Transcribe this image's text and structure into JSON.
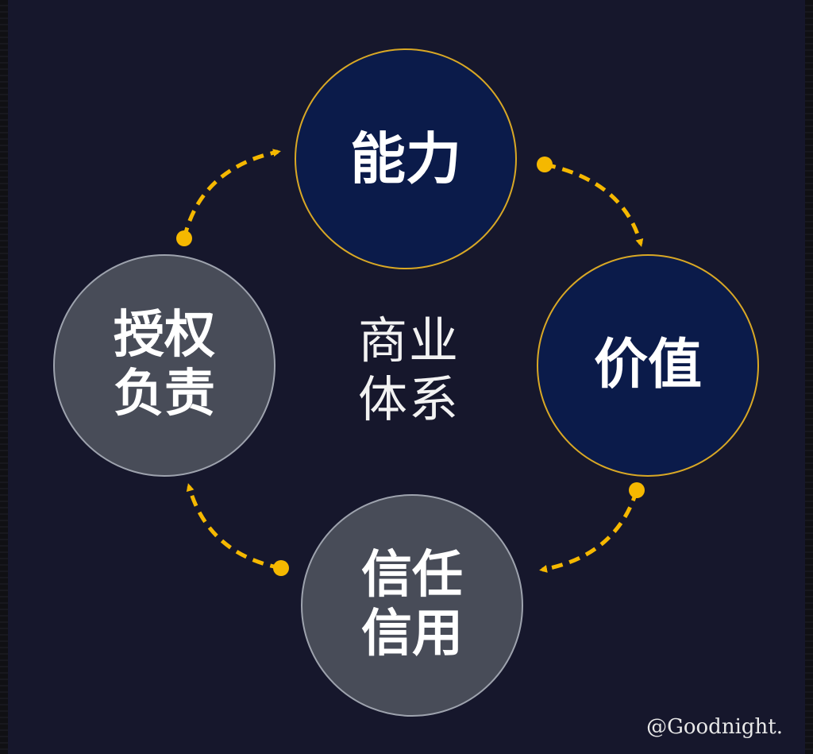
{
  "diagram": {
    "center": {
      "line1": "商业",
      "line2": "体系"
    },
    "nodes": [
      {
        "id": "top",
        "line1": "能力",
        "line2": ""
      },
      {
        "id": "right",
        "line1": "价值",
        "line2": ""
      },
      {
        "id": "bottom",
        "line1": "信任",
        "line2": "信用"
      },
      {
        "id": "left",
        "line1": "授权",
        "line2": "负责"
      }
    ]
  },
  "watermark": "@Goodnight.",
  "colors": {
    "background": "#16172c",
    "blue_node": "#0b1b4a",
    "gray_node": "#484c58",
    "accent": "#f5b800",
    "text": "#ffffff"
  }
}
